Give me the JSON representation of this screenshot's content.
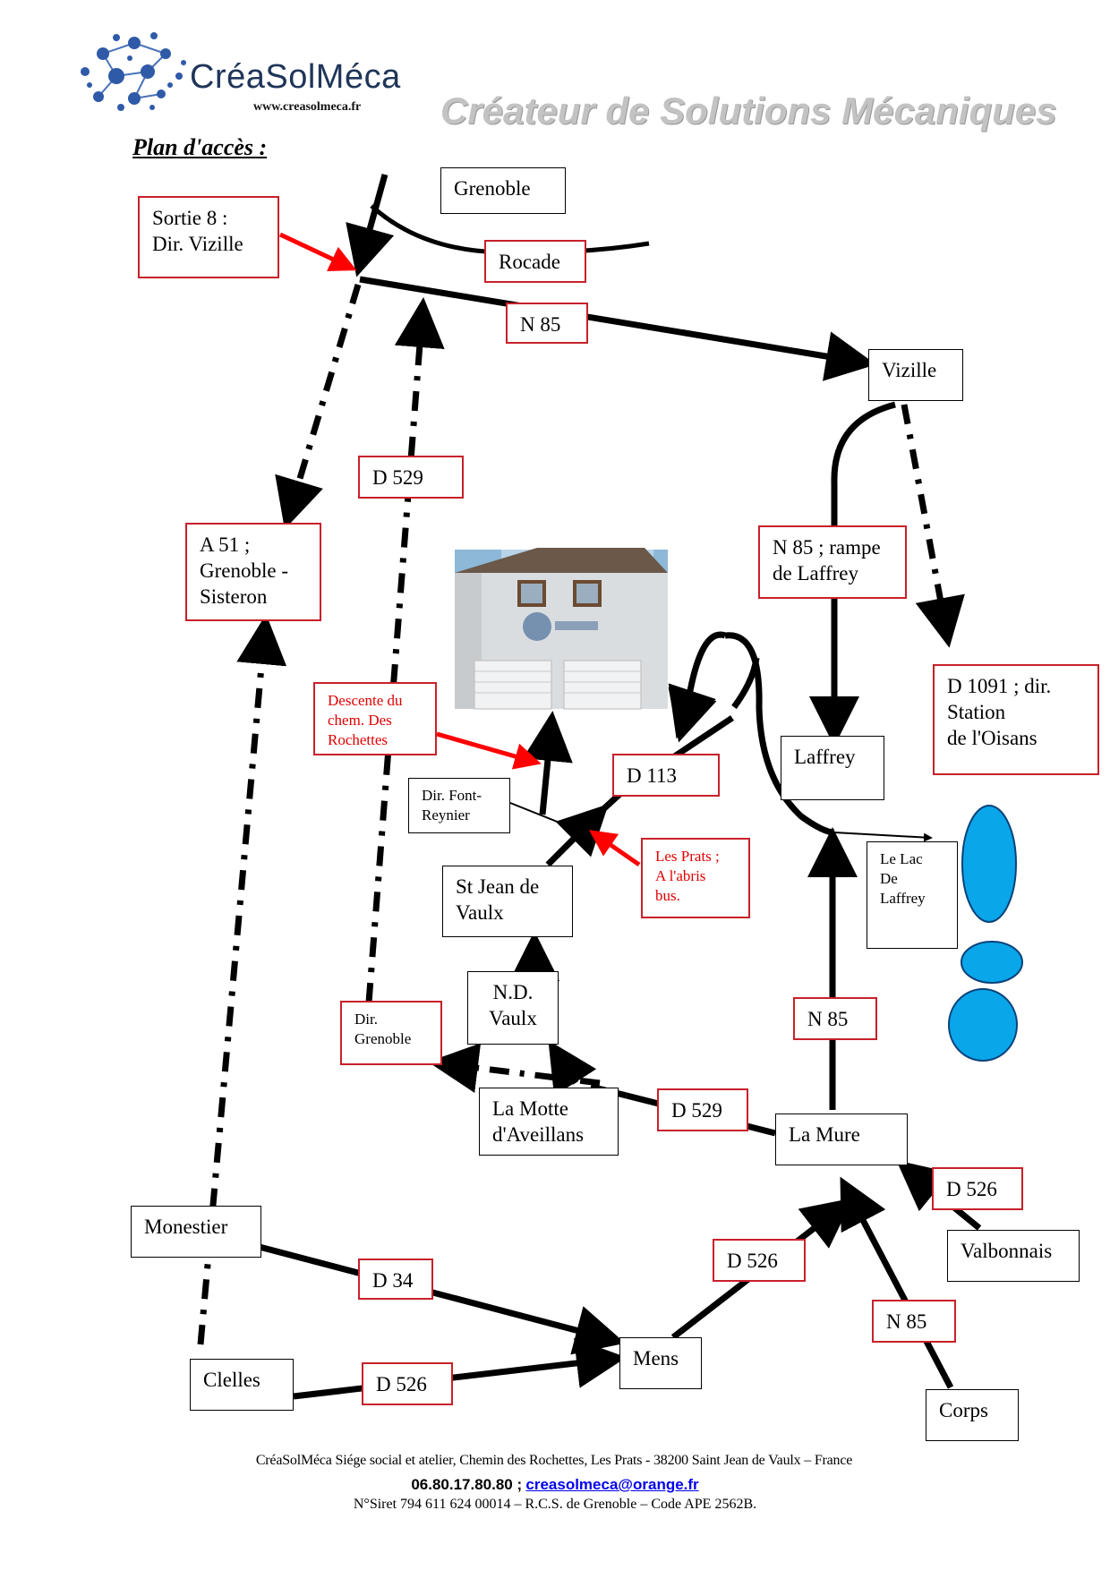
{
  "header": {
    "brand": "CréaSolMéca",
    "url": "www.creasolmeca.fr",
    "tagline": "Créateur de Solutions Mécaniques",
    "plan_title": "Plan d'accès :"
  },
  "places": {
    "grenoble": "Grenoble",
    "vizille": "Vizille",
    "laffrey": "Laffrey",
    "lac": "Le Lac\nDe\n Laffrey",
    "st_jean": "St Jean de\nVaulx",
    "nd_vaulx": "N.D.\nVaulx",
    "motte": "La Motte\nd'Aveillans",
    "la_mure": "La Mure",
    "valbonnais": "Valbonnais",
    "monestier": "Monestier",
    "mens": "Mens",
    "clelles": "Clelles",
    "corps": "Corps",
    "font_reynier": "Dir. Font-\nReynier"
  },
  "roads": {
    "sortie": "Sortie 8 :\nDir.  Vizille",
    "rocade": "Rocade",
    "n85_top": "N 85",
    "d529_top": "D 529",
    "a51": "A 51 ;\nGrenoble -\nSisteron",
    "rampe": "N 85 ; rampe\nde Laffrey",
    "d1091": "D 1091 ; dir.\nStation\n de  l'Oisans",
    "d113": "D 113",
    "dir_grenoble": "Dir.\nGrenoble",
    "n85_mid": "N 85",
    "d529_low": "D 529",
    "d526_right": "D 526",
    "d526_mid": "D 526",
    "d34": "D 34",
    "n85_low": "N 85",
    "d526_low": "D 526"
  },
  "callouts": {
    "descente": "Descente du\nchem. Des\nRochettes",
    "les_prats": "Les Prats ;\nA l'abris\nbus."
  },
  "footer": {
    "line1": "CréaSolMéca  Siége social et atelier, Chemin des Rochettes,  Les Prats - 38200 Saint Jean de Vaulx – France",
    "phone": "06.80.17.80.80 ;",
    "email": "creasolmeca@orange.fr",
    "line3": "N°Siret 794 611 624 00014 – R.C.S. de Grenoble – Code APE 2562B."
  },
  "colors": {
    "road_label_border": "#c8202a",
    "pointer_arrow": "#ff0000",
    "lake": "#0aa6ea",
    "brand_blue": "#1f3559"
  }
}
